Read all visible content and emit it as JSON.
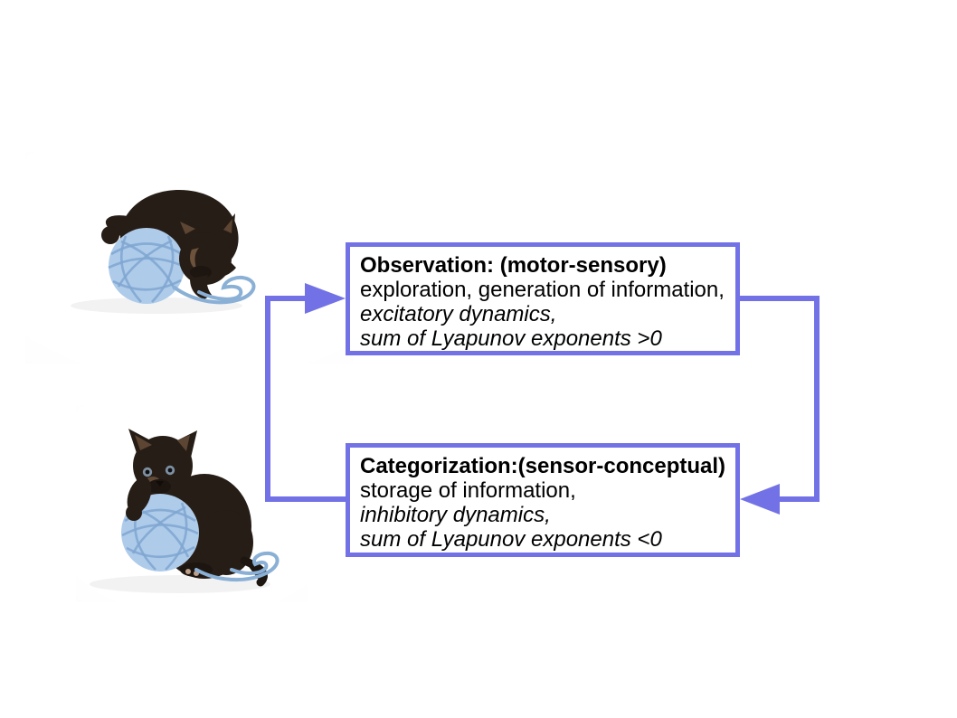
{
  "colors": {
    "accent": "#7272e6",
    "yarn": "#aecbea",
    "yarn-strand": "#7fa6d0",
    "fur": "#261d16",
    "ink": "#000000"
  },
  "boxes": [
    {
      "name": "observation",
      "title": "Observation: (motor-sensory)",
      "lines": [
        {
          "text": "exploration, generation of information,",
          "style": "regular"
        },
        {
          "text": "excitatory dynamics,",
          "style": "italic"
        },
        {
          "text": "sum of Lyapunov exponents >0",
          "style": "italic"
        }
      ]
    },
    {
      "name": "categorization",
      "title": "Categorization:(sensor-conceptual)",
      "lines": [
        {
          "text": "storage of information,",
          "style": "regular"
        },
        {
          "text": "inhibitory dynamics,",
          "style": "italic"
        },
        {
          "text": "sum of Lyapunov exponents <0",
          "style": "italic"
        }
      ]
    }
  ],
  "images": [
    {
      "name": "kitten-yarn-photo-top",
      "alt": "black kitten crouching over a light blue ball of yarn, nibbling a loose strand"
    },
    {
      "name": "kitten-yarn-photo-bottom",
      "alt": "black kitten sitting upright with a paw on a light blue ball of yarn"
    }
  ],
  "arrows": [
    {
      "name": "categorization-to-observation",
      "from": "categorization",
      "to": "observation",
      "route": "left side, upward"
    },
    {
      "name": "observation-to-categorization",
      "from": "observation",
      "to": "categorization",
      "route": "right side, downward"
    }
  ]
}
